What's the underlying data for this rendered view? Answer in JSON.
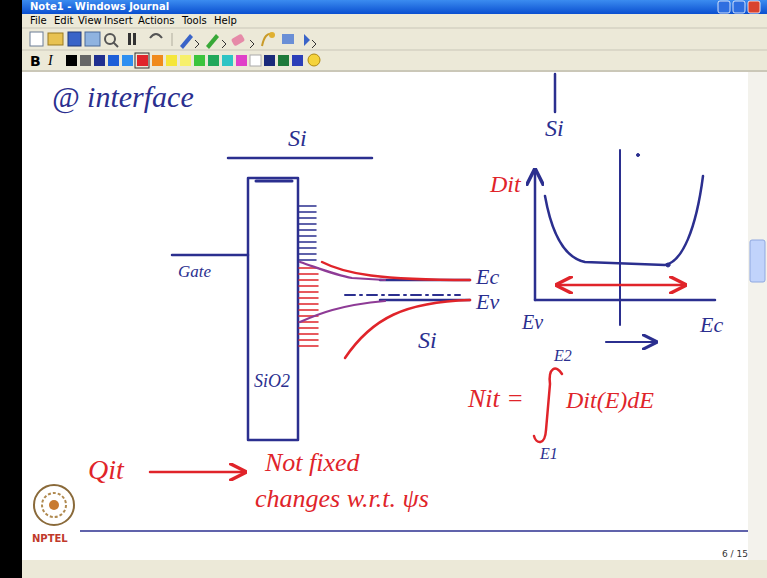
{
  "diagram": {
    "labels": [
      "Note1 - Windows Journal",
      "File",
      "Edit",
      "View",
      "Insert",
      "Actions",
      "Tools",
      "Help",
      "B",
      "I",
      "@ interface",
      "Si",
      "Si",
      "Gate",
      "Ec",
      "Ev",
      "Si",
      "SiO2",
      "Dit",
      "Ev",
      "Ec",
      "Nit =",
      "E2",
      "Dit(E)dE",
      "E1",
      "Qit",
      "Not fixed",
      "changes w.r.t. ψs",
      "NPTEL",
      "6 / 15"
    ]
  }
}
